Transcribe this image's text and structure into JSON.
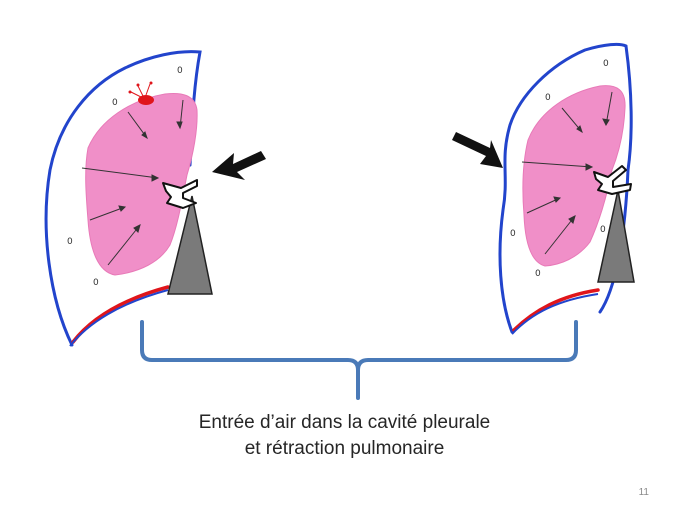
{
  "caption": {
    "line1": "Entrée d’air dans la cavité pleurale",
    "line2": "et rétraction pulmonaire"
  },
  "slide_number": "11",
  "pleural_marks": {
    "left": [
      "0",
      "0",
      "0",
      "0"
    ],
    "right": [
      "0",
      "0",
      "0",
      "0",
      "0"
    ]
  },
  "colors": {
    "pleura_outline": "#2244cc",
    "lung_fill": "#f08fc8",
    "diaphragm": "#e0151b",
    "mediastinum": "#7a7a7a",
    "arrow": "#111111",
    "brace": "#4a7ab8",
    "bleb": "#e0151b"
  },
  "icons": {
    "pointer_arrow": "black-block-arrow",
    "mediastinum": "grey-triangle",
    "bronchus": "bronchus-y-shape"
  }
}
